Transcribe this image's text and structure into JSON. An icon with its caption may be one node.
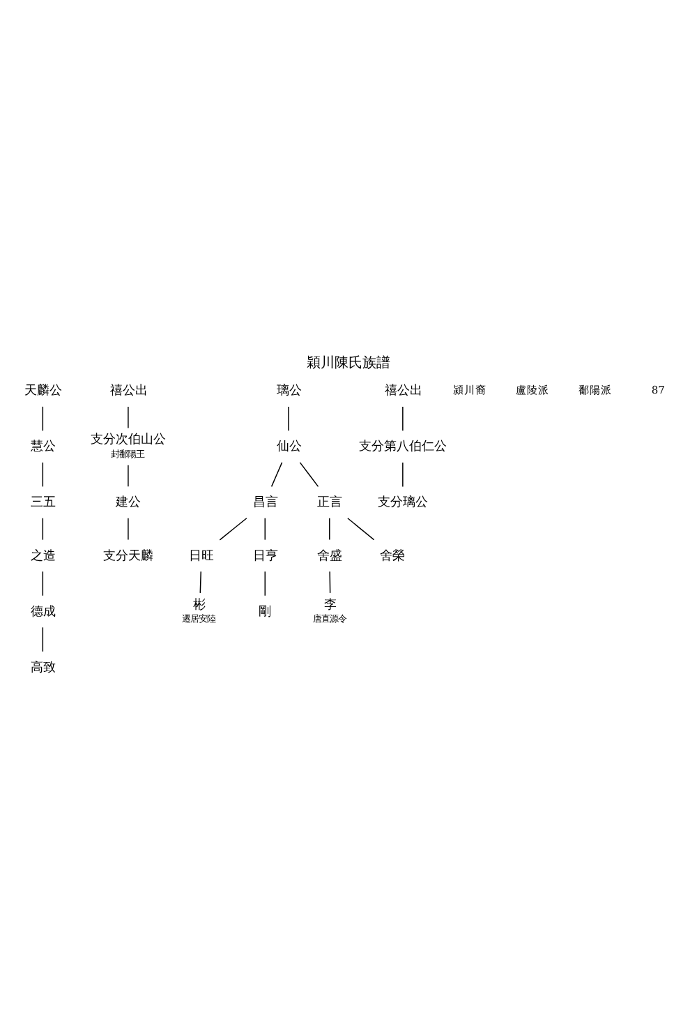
{
  "diagram": {
    "title": "穎川陳氏族譜",
    "nodes": [
      {
        "text": [
          "禧公出"
        ]
      },
      {
        "text": [
          "支分第八伯仁公"
        ]
      },
      {
        "text": [
          "支分璃公"
        ]
      },
      {
        "text": [
          "璃公"
        ]
      },
      {
        "text": [
          "仙公"
        ]
      },
      {
        "text": [
          "正言"
        ]
      },
      {
        "text": [
          "昌言"
        ]
      },
      {
        "text": [
          "舍榮"
        ]
      },
      {
        "text": [
          "舍盛"
        ]
      },
      {
        "text": [
          "日亨"
        ]
      },
      {
        "text": [
          "日旺"
        ]
      },
      {
        "text": [
          "李"
        ],
        "beside": [
          "唐直源令"
        ]
      },
      {
        "text": [
          "剛"
        ]
      },
      {
        "text": [
          "彬"
        ],
        "beside": [
          "遷居安陸"
        ]
      },
      {
        "text": [
          "禧公出"
        ]
      },
      {
        "text": [
          "支分次伯山公"
        ],
        "beside": [
          "封鄱陽王"
        ]
      },
      {
        "text": [
          "建公"
        ]
      },
      {
        "text": [
          "支分天麟"
        ]
      },
      {
        "text": [
          "天麟公"
        ]
      },
      {
        "text": [
          "慧公"
        ]
      },
      {
        "text": [
          "三五"
        ]
      },
      {
        "text": [
          "之造"
        ]
      },
      {
        "text": [
          "德成"
        ]
      },
      {
        "text": [
          "高致"
        ]
      }
    ],
    "edges": [
      {
        "from": 0,
        "to": 1,
        "arrow": "none"
      },
      {
        "from": 1,
        "to": 2,
        "arrow": "none"
      },
      {
        "from": 3,
        "to": 4,
        "arrow": "none"
      },
      {
        "from": 4,
        "to": 5,
        "arrow": "none"
      },
      {
        "from": 4,
        "to": 6,
        "arrow": "none"
      },
      {
        "from": 5,
        "to": 7,
        "arrow": "none"
      },
      {
        "from": 5,
        "to": 8,
        "arrow": "none"
      },
      {
        "from": 6,
        "to": 9,
        "arrow": "none"
      },
      {
        "from": 6,
        "to": 10,
        "arrow": "none"
      },
      {
        "from": 8,
        "to": 11,
        "arrow": "none"
      },
      {
        "from": 9,
        "to": 12,
        "arrow": "none"
      },
      {
        "from": 10,
        "to": 13,
        "arrow": "none"
      },
      {
        "from": 14,
        "to": 15,
        "arrow": "none"
      },
      {
        "from": 15,
        "to": 16,
        "arrow": "none"
      },
      {
        "from": 16,
        "to": 17,
        "arrow": "none"
      },
      {
        "from": 18,
        "to": 19,
        "arrow": "none"
      },
      {
        "from": 19,
        "to": 20,
        "arrow": "none"
      },
      {
        "from": 20,
        "to": 21,
        "arrow": "none"
      },
      {
        "from": 21,
        "to": 22,
        "arrow": "none"
      },
      {
        "from": 22,
        "to": 23,
        "arrow": "none"
      }
    ],
    "labels": [
      "潁川裔",
      "盧陵派",
      "鄱陽派",
      "87"
    ]
  }
}
